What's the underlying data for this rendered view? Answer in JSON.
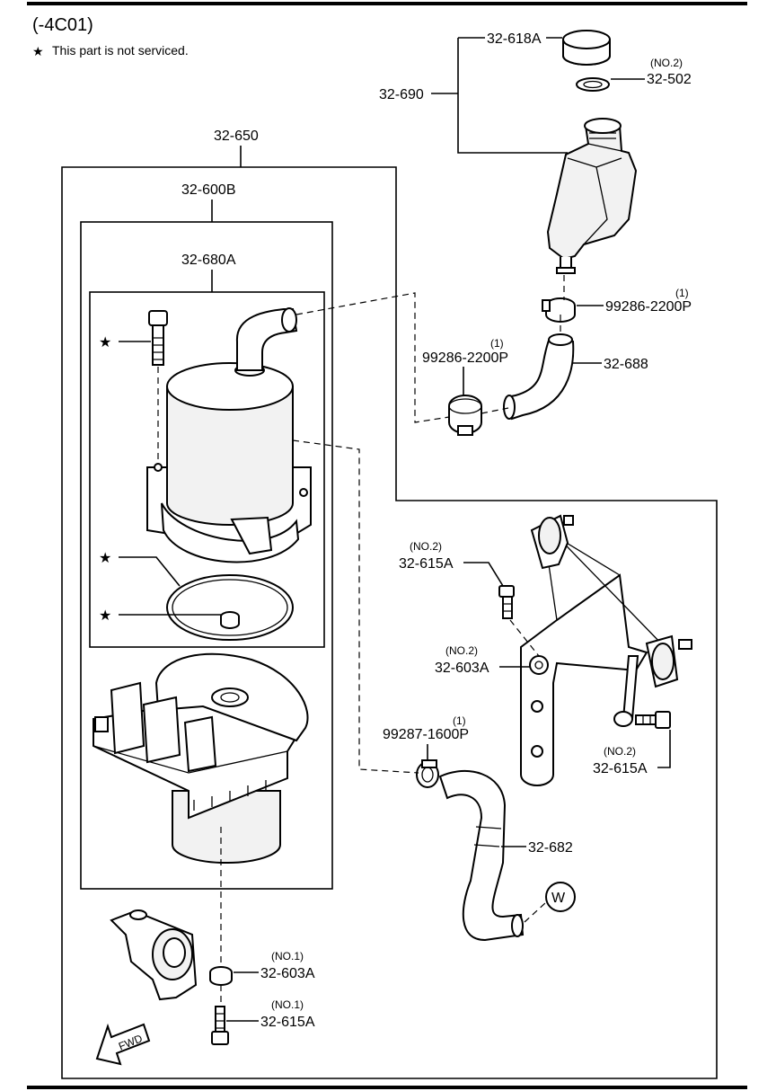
{
  "header": {
    "code": "(-4C01)",
    "note_symbol": "★",
    "note_text": "This part is not serviced."
  },
  "boxes": {
    "outer": "32-650",
    "middle": "32-600B",
    "inner": "32-680A"
  },
  "callouts": [
    {
      "id": "cap",
      "part": "32-618A",
      "qty": ""
    },
    {
      "id": "seal",
      "part": "32-502",
      "qty": "(NO.2)"
    },
    {
      "id": "reservoir",
      "part": "32-690",
      "qty": ""
    },
    {
      "id": "clamp-right",
      "part": "99286-2200P",
      "qty": "(1)"
    },
    {
      "id": "clamp-left",
      "part": "99286-2200P",
      "qty": "(1)"
    },
    {
      "id": "hose-upper",
      "part": "32-688",
      "qty": ""
    },
    {
      "id": "bolt-upper",
      "part": "32-615A",
      "qty": "(NO.2)"
    },
    {
      "id": "bushing-upper",
      "part": "32-603A",
      "qty": "(NO.2)"
    },
    {
      "id": "clamp-lower",
      "part": "99287-1600P",
      "qty": "(1)"
    },
    {
      "id": "bolt-right",
      "part": "32-615A",
      "qty": "(NO.2)"
    },
    {
      "id": "hose-lower",
      "part": "32-682",
      "qty": ""
    },
    {
      "id": "bushing-lower",
      "part": "32-603A",
      "qty": "(NO.1)"
    },
    {
      "id": "bolt-lower",
      "part": "32-615A",
      "qty": "(NO.1)"
    }
  ],
  "markers": {
    "star": "★",
    "connector": "W",
    "direction": "FWD"
  }
}
